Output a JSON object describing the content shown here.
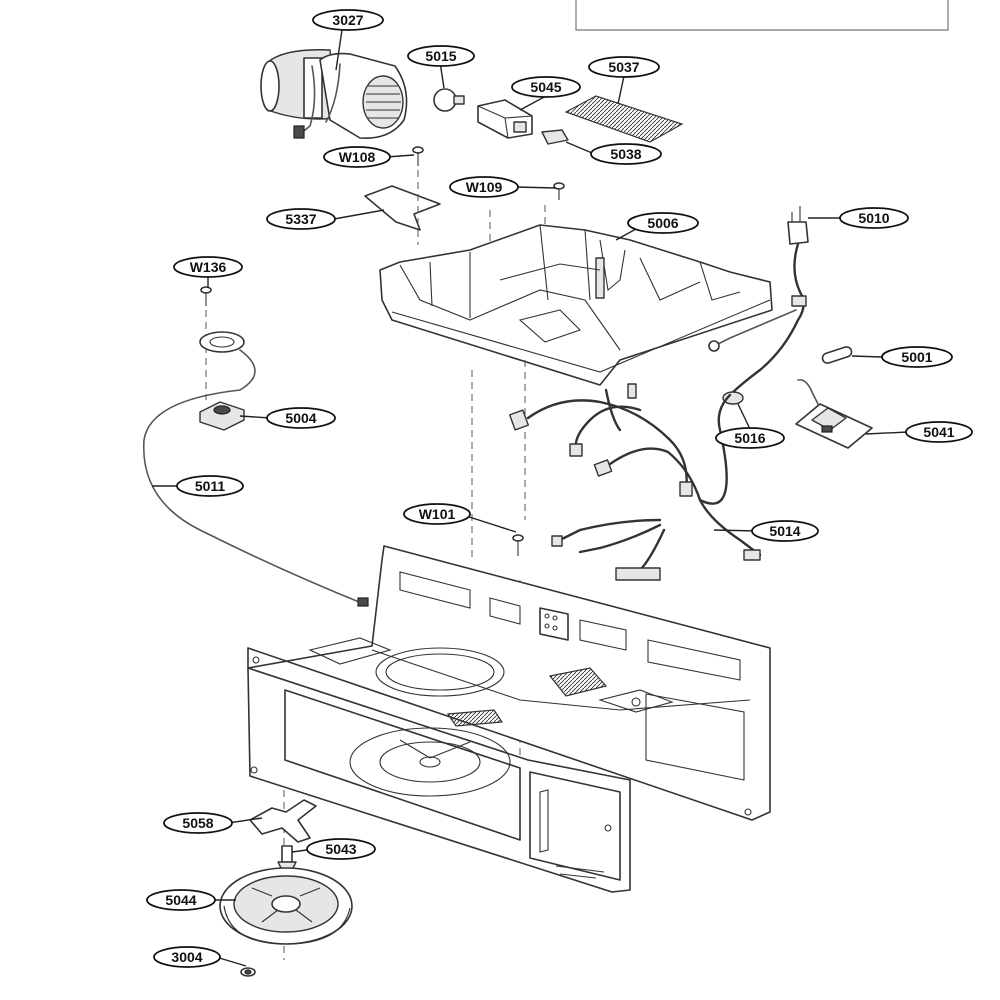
{
  "diagram": {
    "callouts": [
      {
        "id": "3027",
        "label": "3027"
      },
      {
        "id": "5015",
        "label": "5015"
      },
      {
        "id": "5045",
        "label": "5045"
      },
      {
        "id": "5037",
        "label": "5037"
      },
      {
        "id": "5038",
        "label": "5038"
      },
      {
        "id": "W108",
        "label": "W108"
      },
      {
        "id": "W109",
        "label": "W109"
      },
      {
        "id": "5337",
        "label": "5337"
      },
      {
        "id": "5006",
        "label": "5006"
      },
      {
        "id": "5010",
        "label": "5010"
      },
      {
        "id": "W136",
        "label": "W136"
      },
      {
        "id": "5001",
        "label": "5001"
      },
      {
        "id": "5004",
        "label": "5004"
      },
      {
        "id": "5016",
        "label": "5016"
      },
      {
        "id": "5041",
        "label": "5041"
      },
      {
        "id": "5011",
        "label": "5011"
      },
      {
        "id": "W101",
        "label": "W101"
      },
      {
        "id": "5014",
        "label": "5014"
      },
      {
        "id": "5058",
        "label": "5058"
      },
      {
        "id": "5043",
        "label": "5043"
      },
      {
        "id": "5044",
        "label": "5044"
      },
      {
        "id": "3004",
        "label": "3004"
      }
    ]
  }
}
